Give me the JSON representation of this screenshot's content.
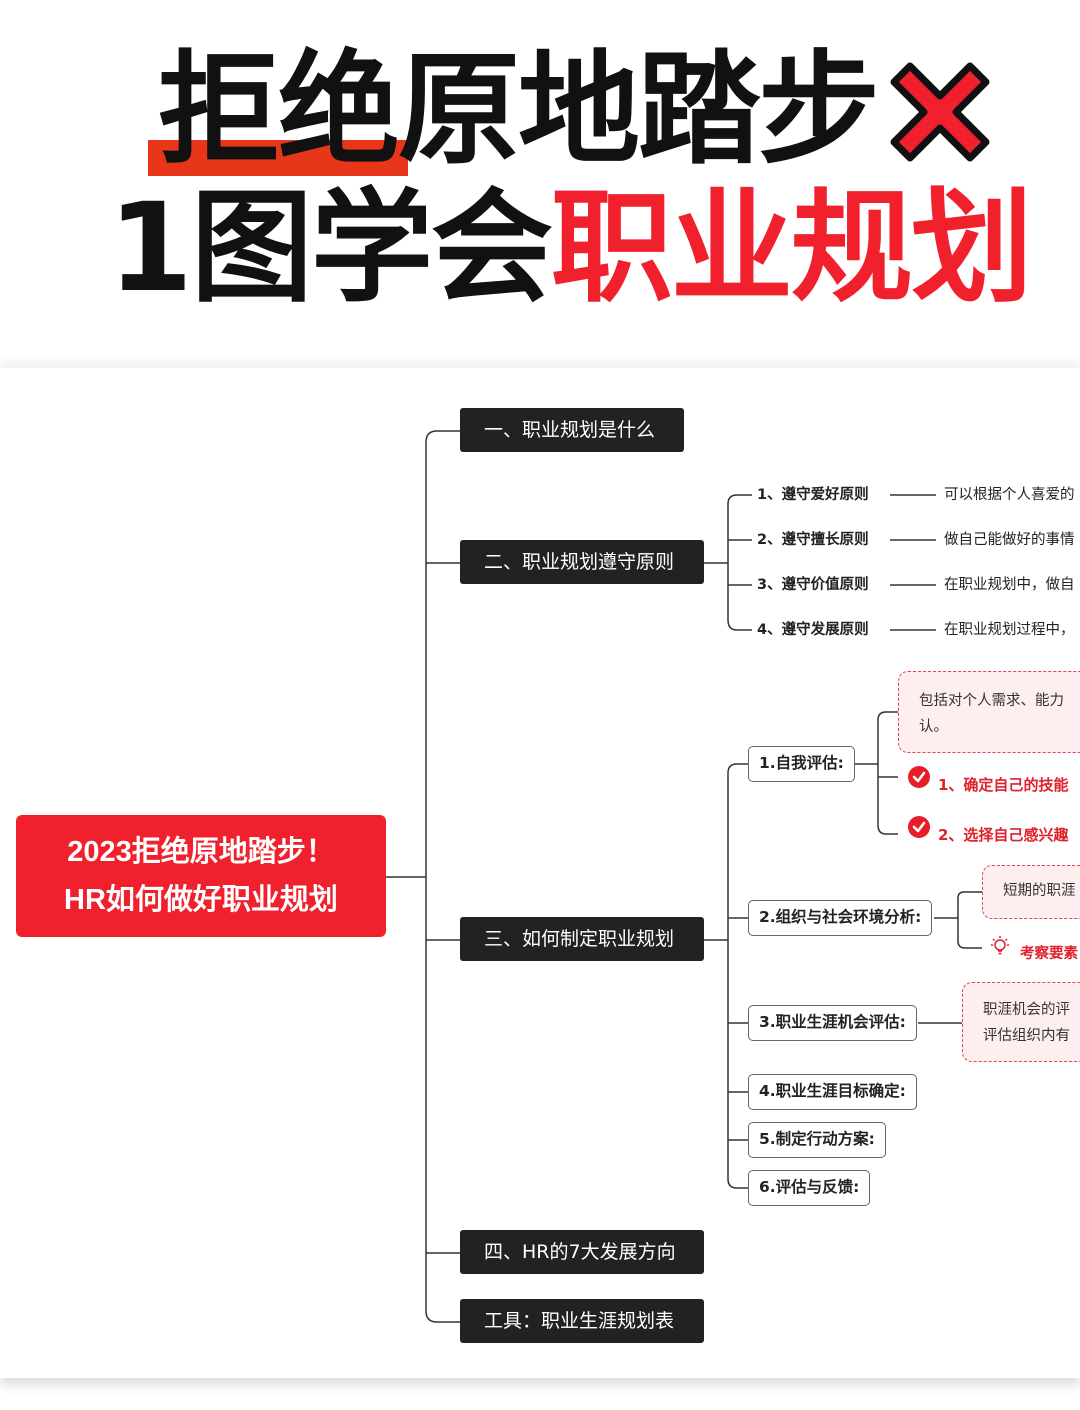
{
  "headline": {
    "line1": "拒绝原地踏步",
    "line2_black": "1图学会",
    "line2_red": "职业规划"
  },
  "colors": {
    "accent_red": "#f0212c",
    "underline_orange": "#e8361a",
    "branch_dark": "#222222"
  },
  "mindmap": {
    "root": {
      "line1": "2023拒绝原地踏步！",
      "line2": "HR如何做好职业规划"
    },
    "branches": [
      {
        "label": "一、职业规划是什么"
      },
      {
        "label": "二、职业规划遵守原则",
        "items": [
          {
            "name": "1、遵守爱好原则",
            "desc": "可以根据个人喜爱的"
          },
          {
            "name": "2、遵守擅长原则",
            "desc": "做自己能做好的事情"
          },
          {
            "name": "3、遵守价值原则",
            "desc": "在职业规划中，做自"
          },
          {
            "name": "4、遵守发展原则",
            "desc": "在职业规划过程中，"
          }
        ]
      },
      {
        "label": "三、如何制定职业规划",
        "steps": [
          {
            "label": "1.自我评估:",
            "note": [
              "包括对个人需求、能力",
              "认。"
            ],
            "checks": [
              "1、确定自己的技能",
              "2、选择自己感兴趣"
            ]
          },
          {
            "label": "2.组织与社会环境分析:",
            "note": "短期的职涯",
            "tip": "考察要素"
          },
          {
            "label": "3.职业生涯机会评估:",
            "note": [
              "职涯机会的评",
              "评估组织内有"
            ]
          },
          {
            "label": "4.职业生涯目标确定:"
          },
          {
            "label": "5.制定行动方案:"
          },
          {
            "label": "6.评估与反馈:"
          }
        ]
      },
      {
        "label": "四、HR的7大发展方向"
      },
      {
        "label": "工具：职业生涯规划表"
      }
    ]
  }
}
